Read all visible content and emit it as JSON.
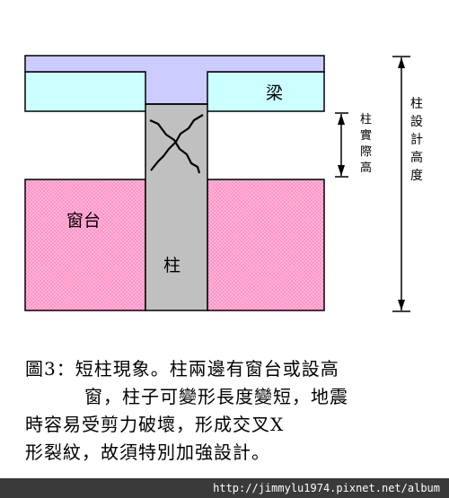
{
  "diagram": {
    "labels": {
      "beam": "梁",
      "windowsill": "窗台",
      "column": "柱",
      "column_actual_height": [
        "柱",
        "實",
        "際",
        "高"
      ],
      "column_design_height": [
        "柱",
        "設",
        "計",
        "高",
        "度"
      ]
    },
    "colors": {
      "slab": "#ccccff",
      "beam": "#ccffff",
      "column": "#c0c0c0",
      "windowsill": "#ff99cc",
      "outline": "#000000"
    }
  },
  "caption": {
    "lines": [
      "圖3：短柱現象。柱兩邊有窗台或設高",
      "窗，柱子可變形長度變短，地震",
      "時容易受剪力破壞，形成交叉X",
      "形裂紋，故須特別加強設計。"
    ]
  },
  "footer": {
    "url": "http://jimmylu1974.pixnet.net/album"
  }
}
